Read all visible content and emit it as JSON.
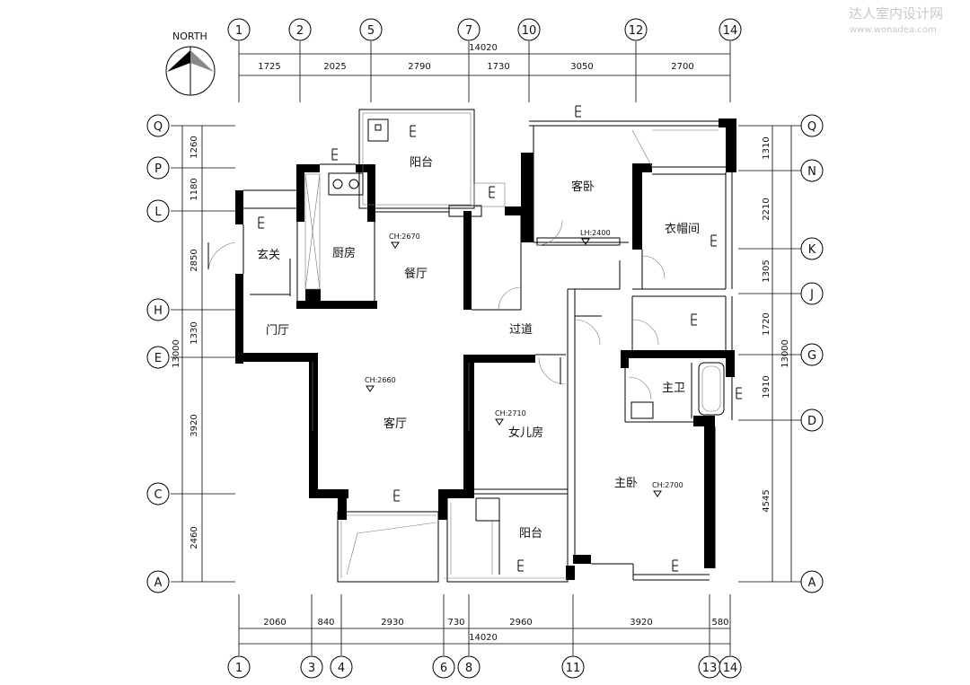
{
  "watermark": {
    "name": "达人室内设计网",
    "url": "www.wonadea.com"
  },
  "north_label": "NORTH",
  "top_axes": [
    "1",
    "2",
    "5",
    "7",
    "10",
    "12",
    "14"
  ],
  "top_overall": "14020",
  "top_dims": [
    "1725",
    "2025",
    "2790",
    "1730",
    "3050",
    "2700"
  ],
  "bottom_axes": [
    "1",
    "3",
    "4",
    "6",
    "8",
    "11",
    "13",
    "14"
  ],
  "bottom_overall": "14020",
  "bottom_dims": [
    "2060",
    "840",
    "2930",
    "730",
    "2960",
    "3920",
    "580"
  ],
  "left_axes": [
    "Q",
    "P",
    "L",
    "H",
    "E",
    "C",
    "A"
  ],
  "left_dims": [
    "1260",
    "1180",
    "2850",
    "1330",
    "3920",
    "2460"
  ],
  "left_overall": "13000",
  "right_axes": [
    "Q",
    "N",
    "K",
    "J",
    "G",
    "D",
    "A"
  ],
  "right_dims": [
    "1310",
    "2210",
    "1305",
    "1720",
    "1910",
    "4545"
  ],
  "right_overall": "13000",
  "rooms": {
    "balcony_north": "阳台",
    "guest_bedroom": "客卧",
    "cloakroom": "衣帽间",
    "entry": "玄关",
    "kitchen": "厨房",
    "dining": "餐厅",
    "hall": "门厅",
    "corridor": "过道",
    "master_bath": "主卫",
    "living": "客厅",
    "daughter_room": "女儿房",
    "master_bedroom": "主卧",
    "balcony_south": "阳台"
  },
  "heights": {
    "dining": "CH:2670",
    "corridor_lh": "LH:2400",
    "living": "CH:2660",
    "daughter_room": "CH:2710",
    "master_bedroom": "CH:2700"
  }
}
